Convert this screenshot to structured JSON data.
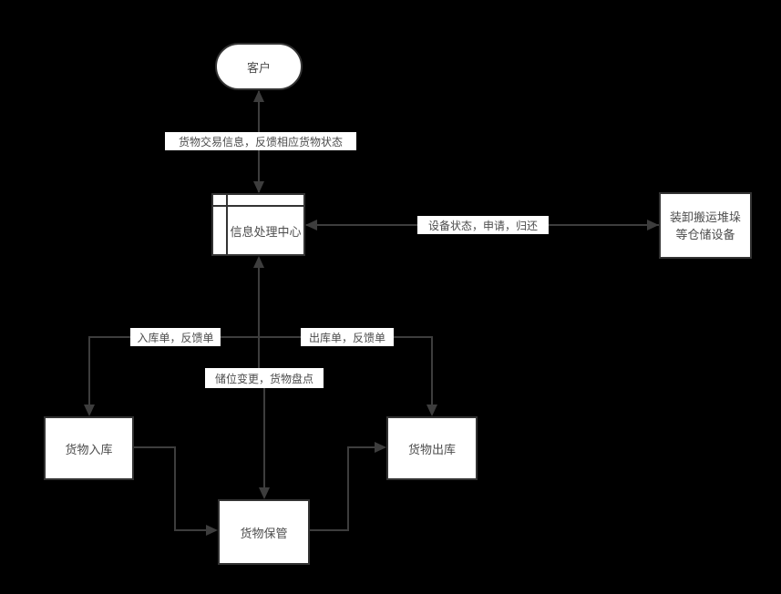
{
  "colors": {
    "background": "#000000",
    "node_fill": "#ffffff",
    "node_border": "#333333",
    "line": "#3d3d3d",
    "text": "#4d4d4d",
    "label_bg": "#ffffff"
  },
  "diagram": {
    "nodes": {
      "customer": {
        "label": "客户"
      },
      "info_center": {
        "label": "信息处理中心"
      },
      "equipment": {
        "lines": [
          "装卸搬运堆垛",
          "等仓储设备"
        ]
      },
      "inbound": {
        "label": "货物入库"
      },
      "outbound": {
        "label": "货物出库"
      },
      "storage": {
        "label": "货物保管"
      }
    },
    "edge_labels": {
      "customer_info": "货物交易信息，反馈相应货物状态",
      "equipment_status": "设备状态，申请，归还",
      "inbound_note": "入库单，反馈单",
      "outbound_note": "出库单，反馈单",
      "storage_note": "储位变更，货物盘点"
    }
  }
}
